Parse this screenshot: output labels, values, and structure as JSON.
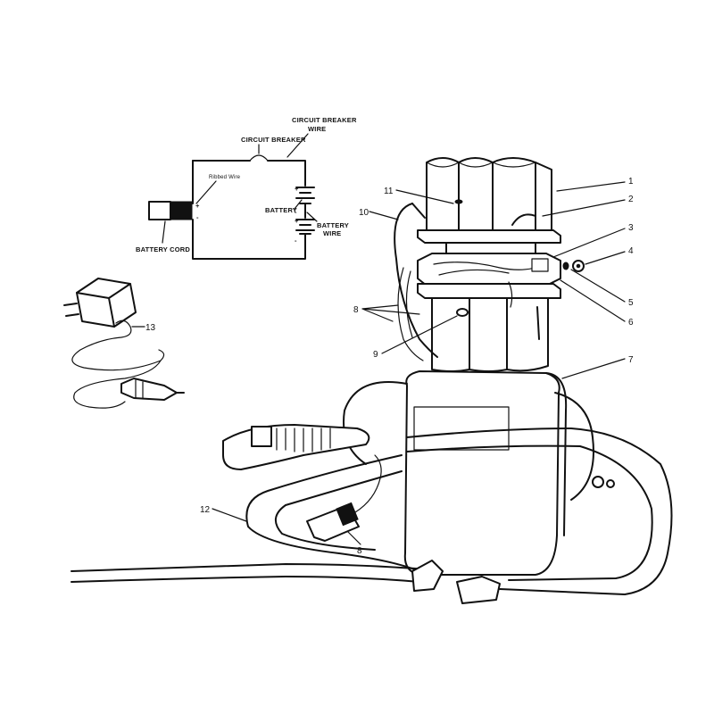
{
  "schematic": {
    "circuit_breaker_wire": "CIRCUIT BREAKER\nWIRE",
    "circuit_breaker": "CIRCUIT BREAKER",
    "ribbed_wire": "Ribbed Wire",
    "battery": "BATTERY",
    "battery_wire": "BATTERY\nWIRE",
    "battery_cord": "BATTERY CORD",
    "plus": "+",
    "minus": "-"
  },
  "callouts": [
    "1",
    "2",
    "3",
    "4",
    "5",
    "6",
    "7",
    "8",
    "9",
    "10",
    "11",
    "12",
    "13",
    "8"
  ]
}
